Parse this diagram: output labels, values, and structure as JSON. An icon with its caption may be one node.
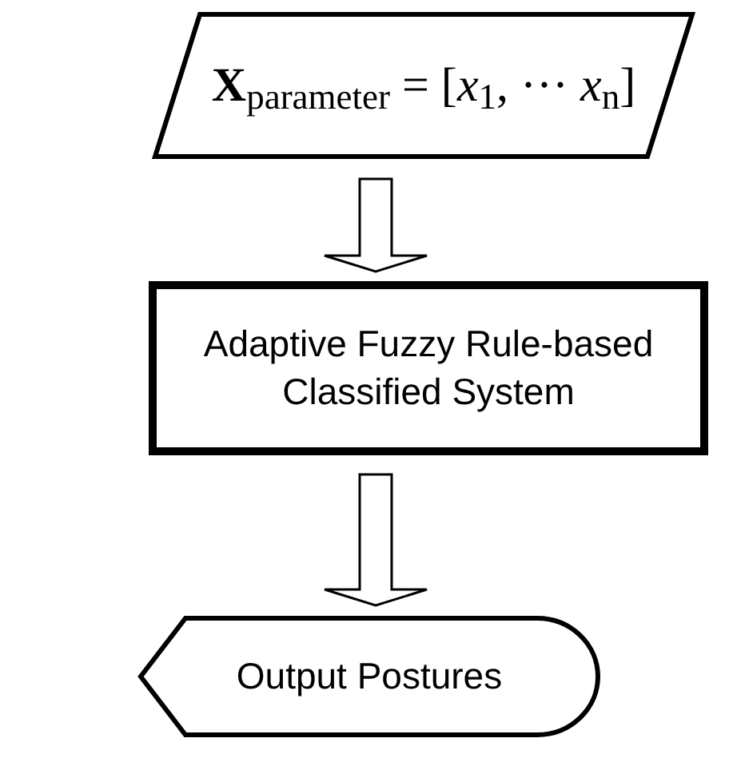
{
  "diagram": {
    "nodes": [
      {
        "text": [
          "**X**$_{parameter}$ = [*x*$_{1}$, ··· *x*$_{n}$]"
        ]
      },
      {
        "text": [
          "Adaptive Fuzzy Rule-based Classified System"
        ]
      },
      {
        "text": [
          "Output Postures"
        ]
      }
    ],
    "edges": [
      {
        "from": 0,
        "to": 1,
        "arrow": "to"
      },
      {
        "from": 1,
        "to": 2,
        "arrow": "to"
      }
    ]
  }
}
